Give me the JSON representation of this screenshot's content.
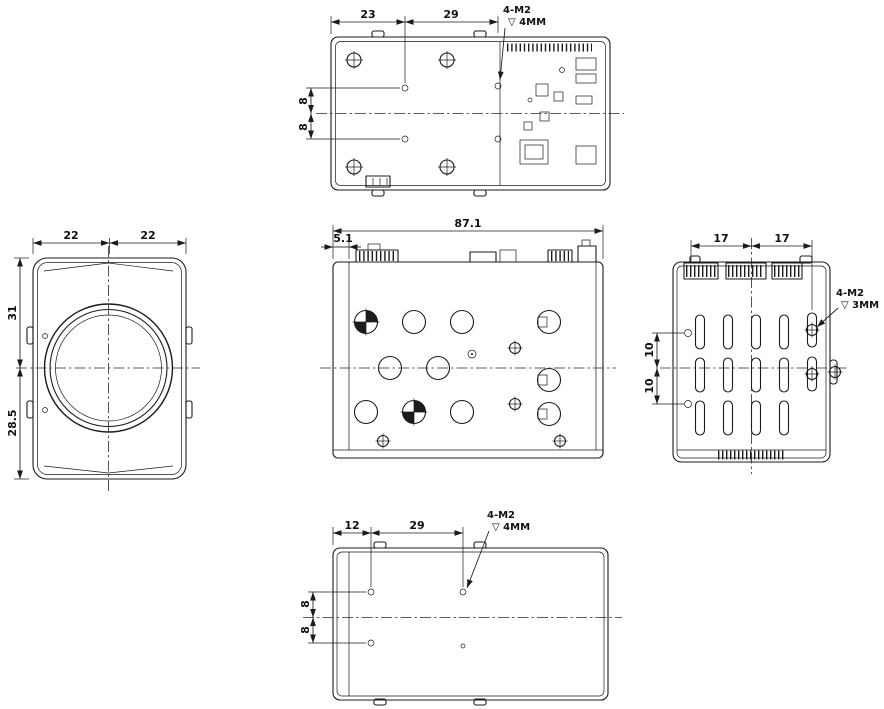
{
  "drawing": {
    "background": "#ffffff",
    "line_color": "#1b1b1b",
    "description": "Five-view mechanical drawing of a block zoom camera module"
  },
  "views": {
    "top": {
      "dims": {
        "h1": "23",
        "h2": "29",
        "v1": "8",
        "v2": "8"
      },
      "note": {
        "l1": "4-M2",
        "l2": "▽ 4MM"
      }
    },
    "front": {
      "dims": {
        "h1": "22",
        "h2": "22",
        "v1": "31",
        "v2": "28.5"
      }
    },
    "side": {
      "dims": {
        "width": "87.1",
        "lip": "5.1"
      }
    },
    "rear": {
      "dims": {
        "h1": "17",
        "h2": "17",
        "v1": "10",
        "v2": "10"
      },
      "note": {
        "l1": "4-M2",
        "l2": "▽ 3MM"
      }
    },
    "bottom": {
      "dims": {
        "h1": "12",
        "h2": "29",
        "v1": "8",
        "v2": "8"
      },
      "note": {
        "l1": "4-M2",
        "l2": "▽ 4MM"
      }
    }
  }
}
